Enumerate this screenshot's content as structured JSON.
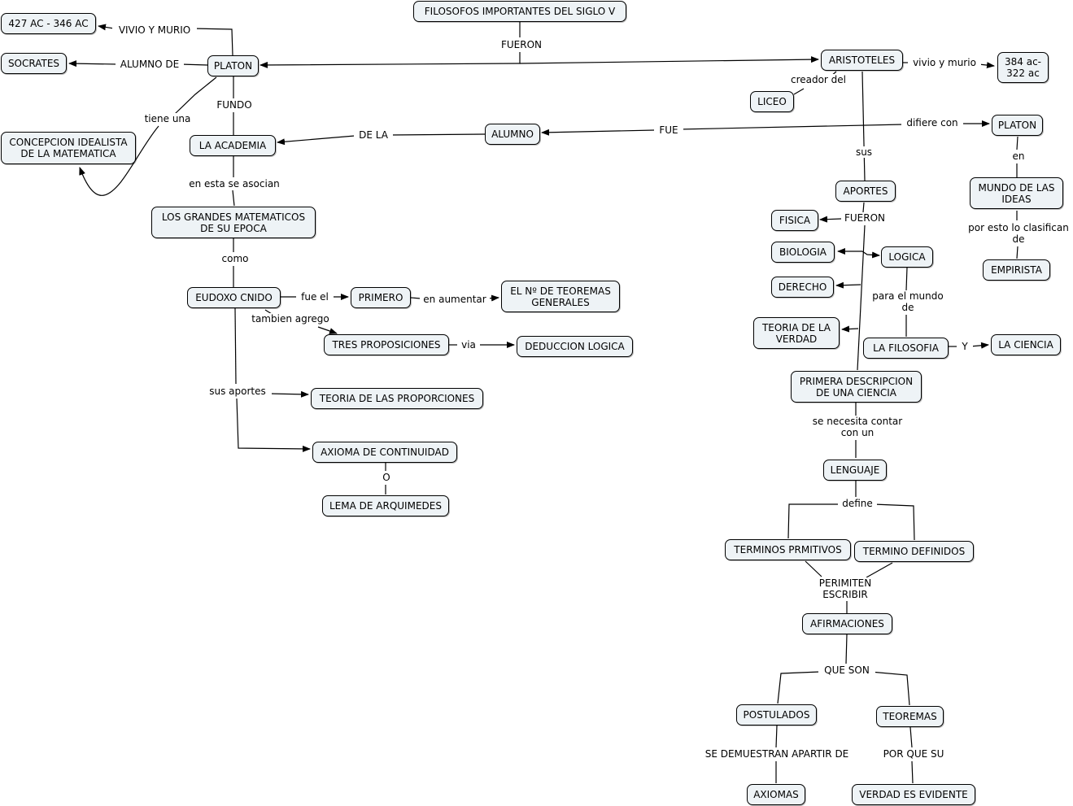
{
  "title": "FILOSOFOS IMPORTANTES DEL SIGLO V",
  "concepts": {
    "title": "FILOSOFOS IMPORTANTES DEL SIGLO V",
    "platon": "PLATON",
    "dates_platon": "427 AC - 346 AC",
    "socrates": "SOCRATES",
    "concepcion": "CONCEPCION IDEALISTA\nDE LA MATEMATICA",
    "academia": "LA ACADEMIA",
    "grandes": "LOS GRANDES MATEMATICOS\nDE SU EPOCA",
    "eudoxo": "EUDOXO CNIDO",
    "primero": "PRIMERO",
    "teoremas_generales": "EL Nº DE TEOREMAS\nGENERALES",
    "tres_prop": "TRES PROPOSICIONES",
    "deduccion": "DEDUCCION LOGICA",
    "proporciones": "TEORIA DE LAS PROPORCIONES",
    "axioma_cont": "AXIOMA DE CONTINUIDAD",
    "lema": "LEMA DE ARQUIMEDES",
    "alumno": "ALUMNO",
    "aristoteles": "ARISTOTELES",
    "dates_aristoteles": "384 ac-\n322 ac",
    "liceo": "LICEO",
    "platon2": "PLATON",
    "mundo_ideas": "MUNDO DE LAS\nIDEAS",
    "empirista": "EMPIRISTA",
    "aportes": "APORTES",
    "fisica": "FISICA",
    "biologia": "BIOLOGIA",
    "logica": "LOGICA",
    "derecho": "DERECHO",
    "teoria_verdad": "TEORIA DE LA\nVERDAD",
    "filosofia": "LA FILOSOFIA",
    "ciencia": "LA CIENCIA",
    "primera_desc": "PRIMERA DESCRIPCION\nDE UNA CIENCIA",
    "lenguaje": "LENGUAJE",
    "terminos_prim": "TERMINOS PRMITIVOS",
    "terminos_def": "TERMINO DEFINIDOS",
    "afirmaciones": "AFIRMACIONES",
    "postulados": "POSTULADOS",
    "teoremas": "TEOREMAS",
    "axiomas": "AXIOMAS",
    "verdad_evidente": "VERDAD ES EVIDENTE"
  },
  "links": {
    "fueron_top": "FUERON",
    "vivio_murio": "VIVIO Y MURIO",
    "alumno_de": "ALUMNO DE",
    "tiene_una": "tiene una",
    "fundo": "FUNDO",
    "de_la": "DE LA",
    "fue": "FUE",
    "en_esta": "en esta se asocian",
    "como": "como",
    "fue_el": "fue el",
    "en_aumentar": "en aumentar",
    "tambien_agrego": "tambien agrego",
    "via": "via",
    "sus_aportes": "sus aportes",
    "o": "O",
    "vivio_y_murio": "vivio y murio",
    "creador_del": "creador del",
    "difiere_con": "difiere con",
    "en": "en",
    "por_esto": "por esto lo clasifican\nde",
    "sus": "sus",
    "fueron_aportes": "FUERON",
    "para_el_mundo": "para el mundo\nde",
    "y": "Y",
    "se_necesita": "se necesita contar\ncon un",
    "define": "define",
    "permiten": "PERIMITEN\nESCRIBIR",
    "que_son": "QUE SON",
    "se_demuestran": "SE DEMUESTRAN APARTIR DE",
    "por_que_su": "POR QUE SU"
  },
  "colors": {
    "node_fill": "#eef3f6",
    "line": "#000000"
  }
}
